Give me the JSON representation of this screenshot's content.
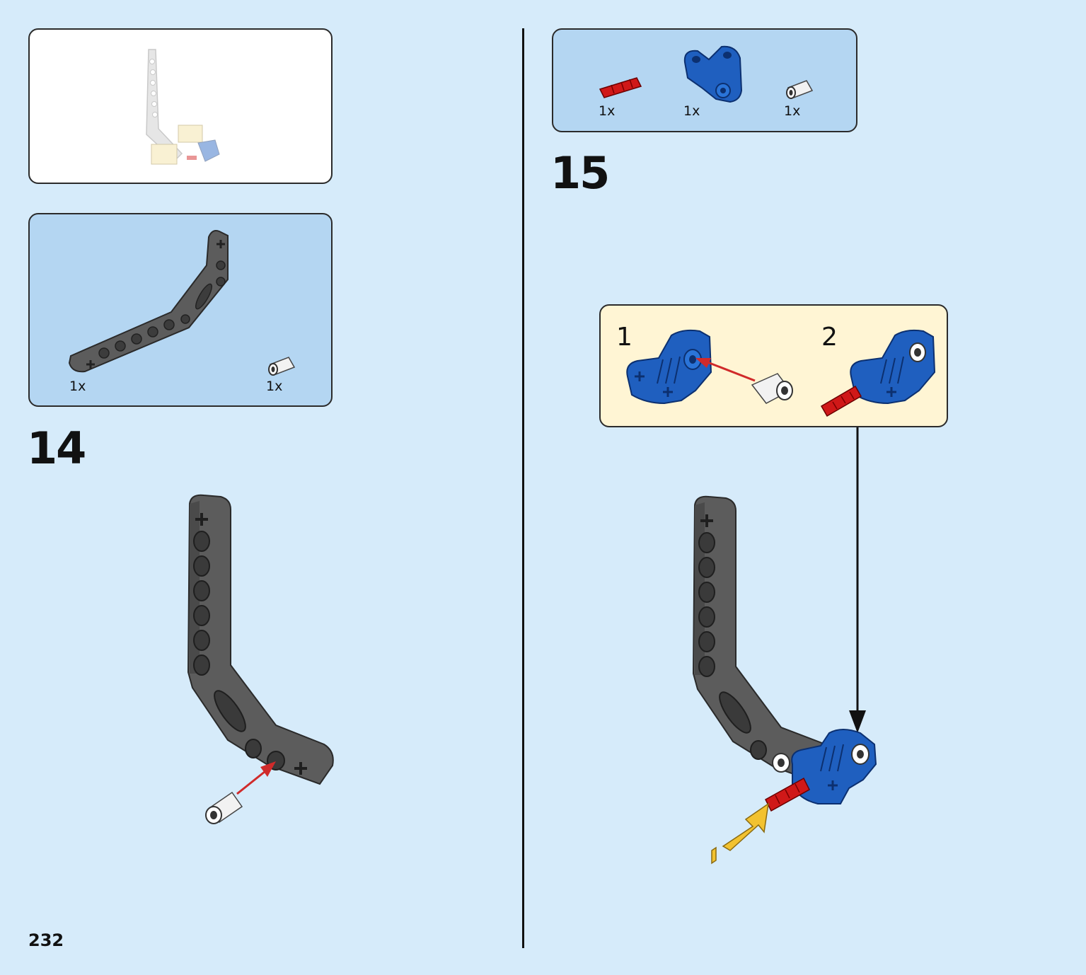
{
  "page": {
    "number": "232"
  },
  "step14": {
    "number": "14",
    "parts": [
      {
        "qty": "1x",
        "part": "dark-bluish-gray-bent-beam"
      },
      {
        "qty": "1x",
        "part": "white-pin"
      }
    ]
  },
  "step15": {
    "number": "15",
    "parts": [
      {
        "qty": "1x",
        "part": "red-axle"
      },
      {
        "qty": "1x",
        "part": "blue-connector"
      },
      {
        "qty": "1x",
        "part": "white-pin"
      }
    ],
    "substeps": [
      {
        "number": "1"
      },
      {
        "number": "2"
      }
    ]
  },
  "colors": {
    "background": "#d6ebfa",
    "parts_panel": "#b4d6f2",
    "subassembly_panel": "#fff5d4",
    "beam": "#5c5c5c",
    "connector": "#1f5fbf",
    "axle": "#d01818",
    "pin": "#f2f2f2",
    "arrow_red": "#d02a2a",
    "push_arrow": "#f2c230"
  }
}
